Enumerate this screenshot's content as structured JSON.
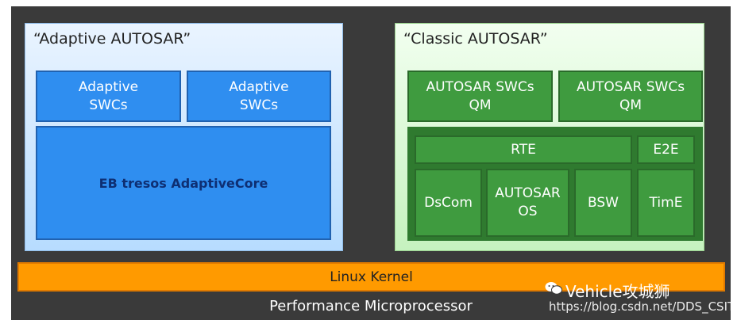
{
  "adaptive": {
    "title": "“Adaptive AUTOSAR”",
    "swc1": "Adaptive\nSWCs",
    "swc2": "Adaptive\nSWCs",
    "core": "EB tresos AdaptiveCore"
  },
  "classic": {
    "title": "“Classic AUTOSAR”",
    "swc1": "AUTOSAR SWCs\nQM",
    "swc2": "AUTOSAR SWCs\nQM",
    "rte": "RTE",
    "e2e": "E2E",
    "dscom": "DsCom",
    "os": "AUTOSAR\nOS",
    "bsw": "BSW",
    "time": "TimE"
  },
  "kernel": "Linux Kernel",
  "footer": "Performance Microprocessor",
  "watermark": {
    "brand": "Vehicle攻城狮",
    "url": "https://blog.csdn.net/DDS_CSIT"
  },
  "colors": {
    "background": "#3a3a3a",
    "adaptive_box": "#2f8ef0",
    "classic_box": "#3f9b3f",
    "kernel": "#ff9a00"
  }
}
